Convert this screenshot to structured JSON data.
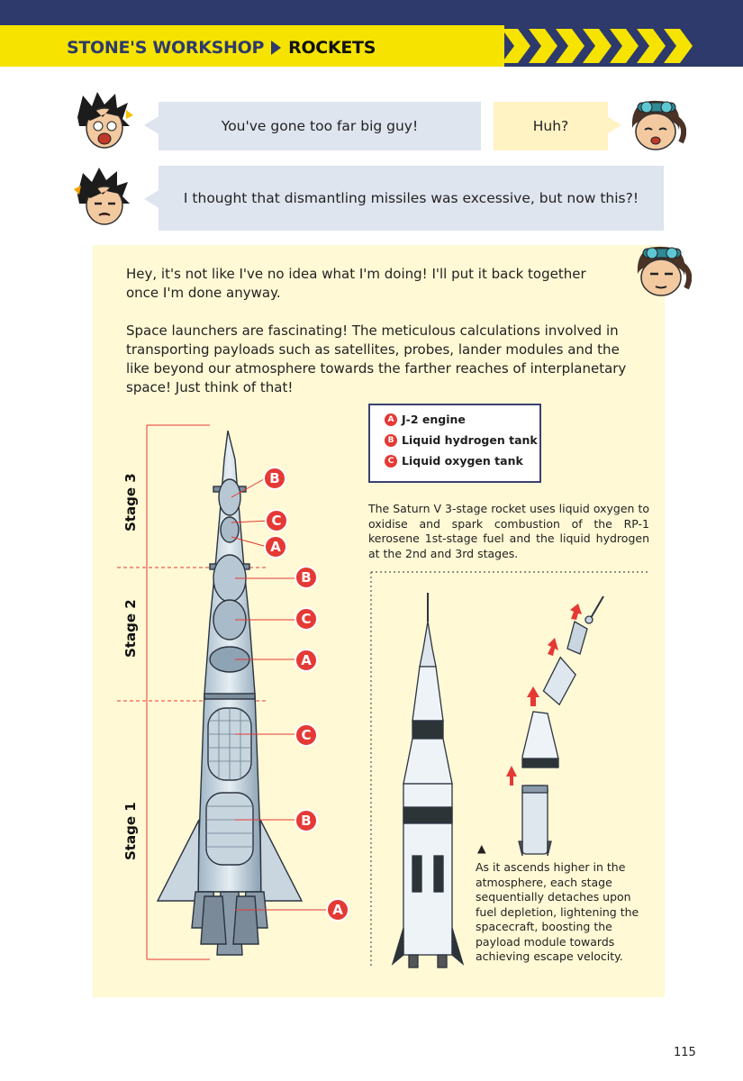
{
  "header": {
    "section": "STONE'S WORKSHOP",
    "topic": "ROCKETS"
  },
  "dialogue": [
    {
      "speaker": "boy",
      "text": "You've gone too far big guy!"
    },
    {
      "speaker": "man",
      "text": "Huh?"
    },
    {
      "speaker": "boy",
      "text": "I thought that dismantling missiles was excessive, but now this?!"
    }
  ],
  "body": {
    "paragraph_1": "Hey, it's not like I've no idea what I'm doing! I'll put it back together once I'm done anyway.",
    "paragraph_2": "Space launchers are fascinating! The meticulous calculations involved in transporting payloads such as satellites, probes, lander modules and the like beyond our atmosphere towards the farther reaches of interplanetary space! Just think of that!"
  },
  "legend": [
    {
      "key": "A",
      "label": "J-2 engine"
    },
    {
      "key": "B",
      "label": "Liquid hydrogen tank"
    },
    {
      "key": "C",
      "label": "Liquid oxygen tank"
    }
  ],
  "stages": [
    "Stage 3",
    "Stage 2",
    "Stage 1"
  ],
  "callouts": [
    "B",
    "C",
    "A",
    "B",
    "C",
    "A",
    "C",
    "B",
    "A"
  ],
  "caption_top": "The Saturn V 3-stage rocket uses liquid oxygen to oxidise and spark combustion of the RP-1 kerosene 1st-stage fuel and the liquid hydrogen at the 2nd and 3rd stages.",
  "caption_bottom_marker": "▲",
  "caption_bottom": "As it ascends higher in the atmosphere, each stage sequentially detaches upon fuel depletion, lightening the spacecraft, boosting the payload module towards achieving escape velocity.",
  "page_number": "115",
  "colors": {
    "navy": "#2d3a6b",
    "yellow": "#f6e300",
    "panel": "#fff9d5",
    "bubble": "#dfe5ef",
    "callout_red": "#e53935"
  }
}
